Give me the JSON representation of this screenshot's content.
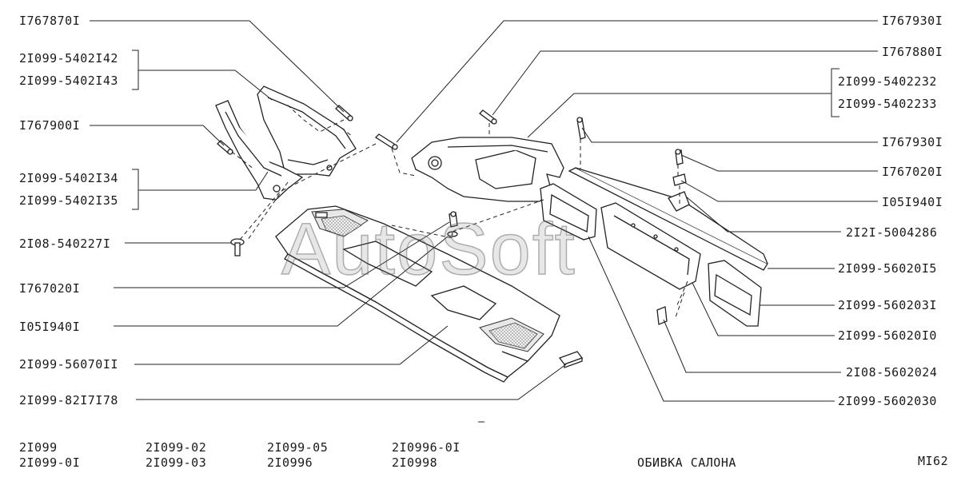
{
  "labels_left": [
    {
      "id": "l1",
      "text": "I767870I"
    },
    {
      "id": "l2",
      "text": "2I099-5402I42"
    },
    {
      "id": "l3",
      "text": "2I099-5402I43"
    },
    {
      "id": "l4",
      "text": "I767900I"
    },
    {
      "id": "l5",
      "text": "2I099-5402I34"
    },
    {
      "id": "l6",
      "text": "2I099-5402I35"
    },
    {
      "id": "l7",
      "text": "2I08-540227I"
    },
    {
      "id": "l8",
      "text": "I767020I"
    },
    {
      "id": "l9",
      "text": "I05I940I"
    },
    {
      "id": "l10",
      "text": "2I099-56070II"
    },
    {
      "id": "l11",
      "text": "2I099-82I7I78"
    }
  ],
  "labels_right": [
    {
      "id": "r1",
      "text": "I767930I"
    },
    {
      "id": "r2",
      "text": "I767880I"
    },
    {
      "id": "r3",
      "text": "2I099-5402232"
    },
    {
      "id": "r4",
      "text": "2I099-5402233"
    },
    {
      "id": "r5",
      "text": "I767930I"
    },
    {
      "id": "r6",
      "text": "I767020I"
    },
    {
      "id": "r7",
      "text": "I05I940I"
    },
    {
      "id": "r8",
      "text": "2I2I-5004286"
    },
    {
      "id": "r9",
      "text": "2I099-56020I5"
    },
    {
      "id": "r10",
      "text": "2I099-560203I"
    },
    {
      "id": "r11",
      "text": "2I099-56020I0"
    },
    {
      "id": "r12",
      "text": "2I08-5602024"
    },
    {
      "id": "r13",
      "text": "2I099-5602030"
    }
  ],
  "footer": {
    "models_col1": [
      "2I099",
      "2I099-0I"
    ],
    "models_col2": [
      "2I099-02",
      "2I099-03"
    ],
    "models_col3": [
      "2I099-05",
      "2I0996"
    ],
    "models_col4": [
      "2I0996-0I",
      "2I0998"
    ],
    "title": "ОБИВКА САЛОНА",
    "page_code": "MI62"
  },
  "watermark": "AutoSoft"
}
